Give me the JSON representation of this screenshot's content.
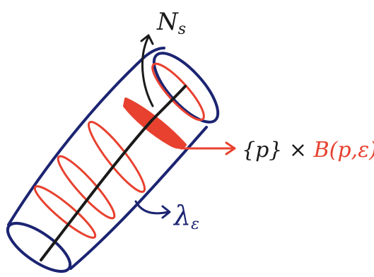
{
  "labels": {
    "ns": "N",
    "ns_sub": "s",
    "product_lhs": "{p} × ",
    "product_rhs": "B(p,ε)",
    "lambda": "λ",
    "lambda_sub": "ε"
  },
  "colors": {
    "tube": "#1c2472",
    "disc": "#e8412f",
    "core_line": "#1a1a1a",
    "label_dark": "#1a1a1a"
  }
}
